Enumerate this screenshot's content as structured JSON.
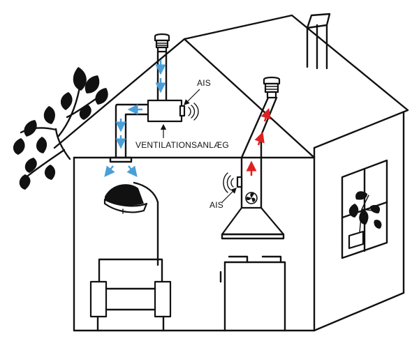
{
  "labels": {
    "ais_top": "AIS",
    "ais_kitchen": "AIS",
    "ventilation_unit": "VENTILATIONSANLÆG"
  },
  "colors": {
    "intake_arrow": "#4a9fd8",
    "exhaust_arrow": "#e02020",
    "line": "#111111",
    "background": "#ffffff"
  },
  "icons": {
    "tree": "tree-branch-icon",
    "sound": "sound-waves-icon",
    "fan": "fan-icon"
  }
}
